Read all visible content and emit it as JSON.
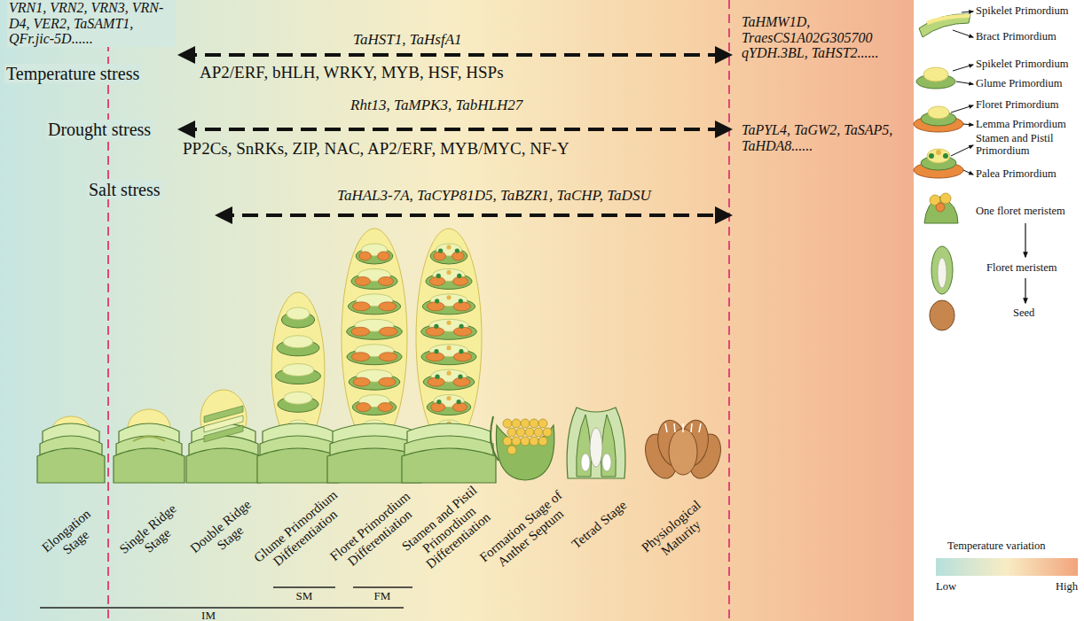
{
  "diagram": {
    "labels": [
      "Temperature stress",
      "Drought stress",
      "Salt stress",
      "VRN1, VRN2, VRN3, VRN-D4, VER2, TaSAMT1, QFr.jic-5D......",
      "TaHST1, TaHsfA1",
      "AP2/ERF, bHLH, WRKY, MYB, HSF, HSPs",
      "TaHMW1D, TraesCS1A02G305700 qYDH.3BL, TaHST2......",
      "Rht13, TaMPK3, TabHLH27",
      "PP2Cs, SnRKs, ZIP, NAC, AP2/ERF, MYB/MYC, NF-Y",
      "TaPYL4, TaGW2, TaSAP5, TaHDA8......",
      "TaHAL3-7A, TaCYP81D5, TaBZR1, TaCHP, TaDSU",
      "Spikelet Primordium",
      "Bract Primordium",
      "Spikelet Primordium",
      "Glume Primordium",
      "Floret Primordium",
      "Lemma Primordium",
      "Stamen and Pistil Primordium",
      "Palea Primordium",
      "One floret meristem",
      "Floret meristem",
      "Seed",
      "Temperature variation",
      "Low",
      "High",
      "Elongation Stage",
      "Single Ridge Stage",
      "Double Ridge Stage",
      "Glume Primordium Differentiation",
      "Floret Primordium Differentiation",
      "Stamen and Pistil Primordium Differentiation",
      "Formation Stage of Anther Septum",
      "Tetrad Stage",
      "Physiological Maturity",
      "IM",
      "SM",
      "FM"
    ]
  }
}
